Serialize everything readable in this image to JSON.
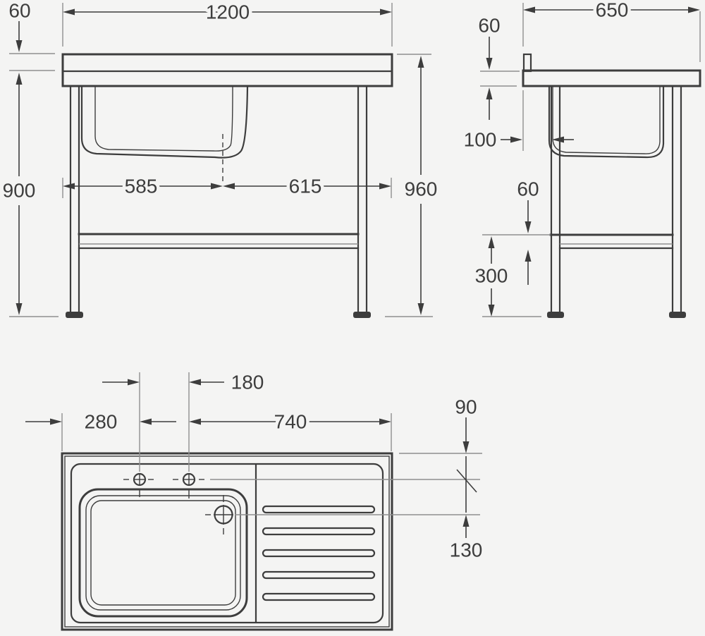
{
  "drawing": {
    "kind": "technical-dimension-drawing",
    "subject": "single-bowl sink unit on stand, three orthographic views"
  },
  "colors": {
    "background": "#f4f4f3",
    "line_dark": "#3d3d3d",
    "line_light": "#8f8f8f"
  },
  "front_view": {
    "dim_upstand_height": "60",
    "dim_overall_width": "1200",
    "dim_worktop_height": "900",
    "dim_overall_height": "960",
    "dim_bowl_centre_from_left": "585",
    "dim_bowl_centre_to_right": "615"
  },
  "side_view": {
    "dim_overall_depth": "650",
    "dim_worktop_thickness": "60",
    "dim_bowl_setback": "100",
    "dim_rail_section": "60",
    "dim_rail_height": "300"
  },
  "plan_view": {
    "dim_tap_hole_from_left": "280",
    "dim_tap_hole_centres": "180",
    "dim_tap_to_right_edge": "740",
    "dim_tap_line_from_back": "90",
    "dim_waste_from_tap_line": "130"
  }
}
